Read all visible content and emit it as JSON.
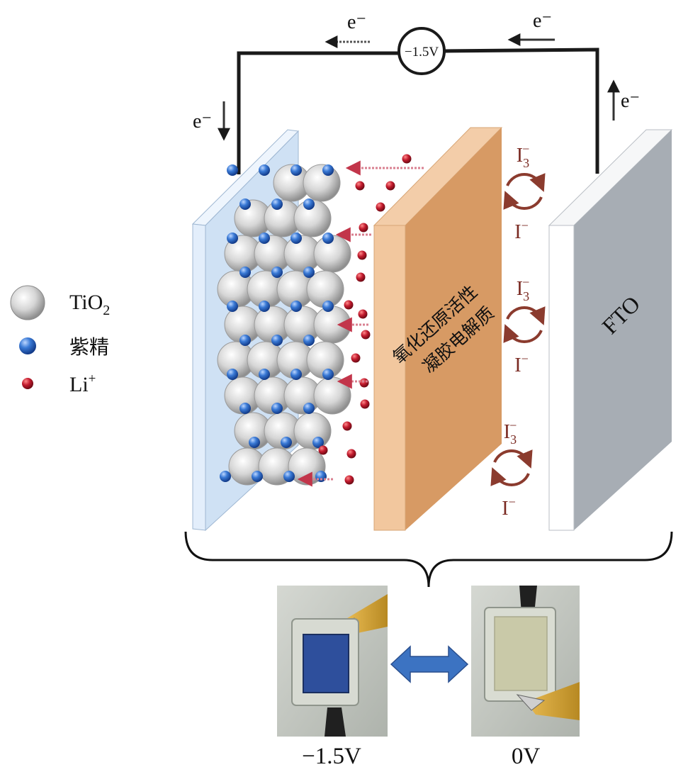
{
  "circuit": {
    "voltmeter_label": "−1.5V",
    "electron_label": "e⁻"
  },
  "legend": {
    "items": [
      {
        "id": "tio2",
        "label_main": "TiO",
        "label_sub": "2"
      },
      {
        "id": "viologen",
        "label_main": "紫精",
        "label_sub": ""
      },
      {
        "id": "li",
        "label_main": "Li",
        "label_sup": "+"
      }
    ]
  },
  "electrolyte": {
    "line1": "氧化还原活性",
    "line2": "凝胶电解质"
  },
  "fto": {
    "label": "FTO"
  },
  "redox": {
    "oxidized_main": "I",
    "oxidized_sub": "3",
    "oxidized_sup": "−",
    "reduced_main": "I",
    "reduced_sup": "−"
  },
  "photos": {
    "left_caption": "−1.5V",
    "right_caption": "0V"
  },
  "colors": {
    "circuit_wire": "#1a1a1a",
    "electrode_left": "#d9e8f7",
    "electrolyte_front": "#d99a63",
    "electrolyte_side": "#f1c7a1",
    "fto_front": "#a9afb6",
    "li_ion": "#b8182c",
    "viologen": "#2f6fc9",
    "redox_arrow": "#8b3b2e",
    "double_arrow": "#3c73c2",
    "device_blue": "#2e4f9c",
    "device_clear": "#c9c9a8"
  }
}
